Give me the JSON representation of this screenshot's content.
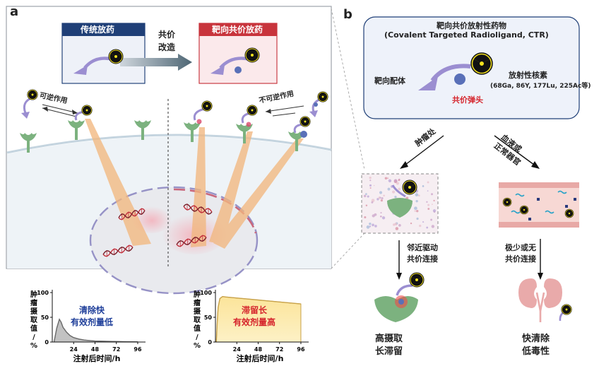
{
  "panel_a": {
    "letter": "a",
    "traditional": {
      "title": "传统放药"
    },
    "arrow_label": [
      "共价",
      "改造"
    ],
    "covalent": {
      "title": "靶向共价放药"
    },
    "reversible": "可逆作用",
    "irreversible": "不可逆作用"
  },
  "panel_b": {
    "letter": "b",
    "title": "靶向共价放射性药物",
    "subtitle": "(Covalent Targeted Radioligand, CTR)",
    "ligand": "靶向配体",
    "nuclide": "放射性核素",
    "nuclide_list": "(68Ga, 86Y, 177Lu, 225Ac等)",
    "warhead": "共价弹头",
    "tumor_path": "肿瘤处",
    "blood_path": [
      "血液或",
      "正常器官"
    ],
    "tumor_mechanism": [
      "邻近驱动",
      "共价连接"
    ],
    "blood_mechanism": [
      "极少或无",
      "共价连接"
    ],
    "tumor_outcome": [
      "高摄取",
      "长滞留"
    ],
    "blood_outcome": [
      "快清除",
      "低毒性"
    ]
  },
  "chart_data": [
    {
      "type": "area",
      "ylabel": "肿瘤摄取值 /%",
      "xlabel": "注射后时间/h",
      "x_ticks": [
        24,
        48,
        72,
        96
      ],
      "y_ticks": [
        0,
        50,
        100
      ],
      "ylim": [
        0,
        100
      ],
      "xlim": [
        0,
        100
      ],
      "annotation": [
        "清除快",
        "有效剂量低"
      ],
      "x": [
        2,
        5,
        8,
        10,
        12,
        16,
        20,
        24,
        30,
        36,
        42,
        48,
        60,
        72,
        84,
        96
      ],
      "y": [
        0,
        28,
        46,
        40,
        30,
        20,
        13,
        9,
        6,
        4,
        3,
        2,
        1.5,
        1,
        0.6,
        0.4
      ]
    },
    {
      "type": "area",
      "ylabel": "肿瘤摄取值 /%",
      "xlabel": "注射后时间/h",
      "x_ticks": [
        24,
        48,
        72,
        96
      ],
      "y_ticks": [
        0,
        50,
        100
      ],
      "ylim": [
        0,
        100
      ],
      "xlim": [
        0,
        100
      ],
      "annotation": [
        "滞留长",
        "有效剂量高"
      ],
      "x": [
        1,
        2,
        3,
        5,
        8,
        12,
        24,
        36,
        48,
        60,
        72,
        84,
        96
      ],
      "y": [
        0,
        40,
        70,
        88,
        92,
        91,
        89,
        87,
        85,
        83,
        81,
        79,
        77
      ]
    }
  ],
  "colors": {
    "navy": "#1f3f77",
    "red_header": "#c8343c",
    "ligand_purple": "#9b8ed1",
    "receptor_green": "#7cb27f",
    "beam_orange": "#f2b77f",
    "warhead_blue": "#5970b8",
    "radiation_yellow": "#f4e21e"
  }
}
